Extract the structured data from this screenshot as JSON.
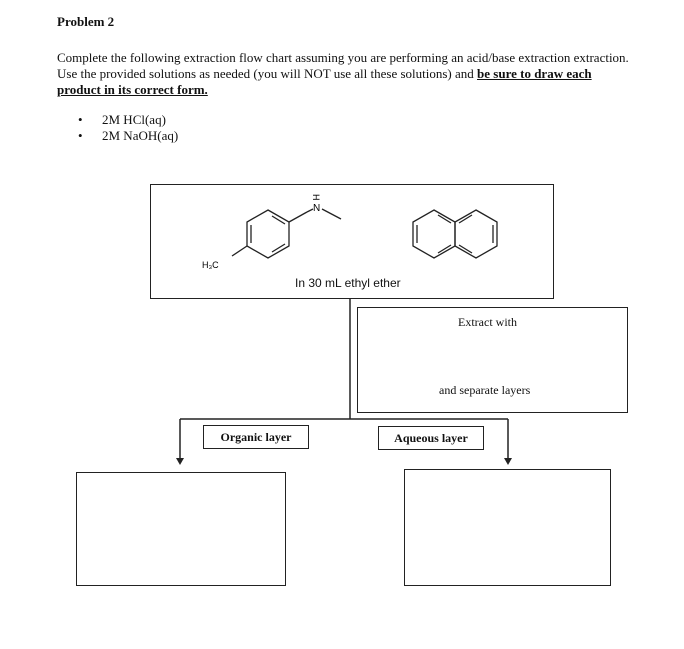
{
  "problem": {
    "title": "Problem 2",
    "instructions_text": "Complete the following extraction flow chart assuming you are performing an acid/base extraction extraction. Use the provided solutions as needed (you will NOT use all these solutions) and ",
    "instructions_emphasis": "be sure to draw each product in its correct form."
  },
  "solutions": [
    {
      "bullet": "•",
      "label": "2M HCl(aq)"
    },
    {
      "bullet": "•",
      "label": "2M NaOH(aq)"
    }
  ],
  "flowchart": {
    "start_solvent": "In 30 mL ethyl ether",
    "extract_label": "Extract with",
    "separate_label": "and separate layers",
    "organic_label": "Organic layer",
    "aqueous_label": "Aqueous layer",
    "amine_atom_label": "N",
    "amine_h_label": "H",
    "methyl_label": "H₃C"
  }
}
